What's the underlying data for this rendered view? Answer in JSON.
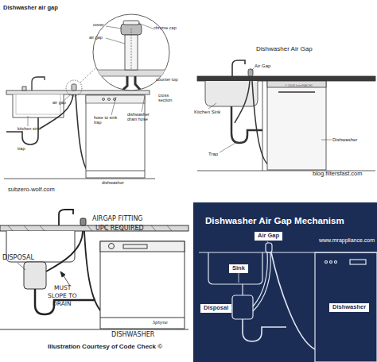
{
  "diagram": {
    "nodes": [
      {
        "text": [
          "Dishwasher Air Gap Mechanism",
          "www.mrappliance.com"
        ]
      },
      {
        "text": [
          "Air Gap"
        ],
        "in": 0
      },
      {
        "text": [
          "Sink"
        ],
        "in": 0
      },
      {
        "text": [
          "Disposal"
        ],
        "in": 0
      },
      {
        "text": [
          "Dishwasher"
        ],
        "in": 0
      }
    ],
    "labels": [
      "Dishwasher air gap",
      "cover",
      "chrome cap",
      "air gap",
      "counter top",
      "cross section",
      "air gap",
      "kitchen sink",
      "hose to sink trap",
      "dishwasher drain hose",
      "trap",
      "dishwasher",
      "subzero-wolf.com",
      "Dishwasher Air Gap",
      "Air Gap",
      "Kitchen Sink",
      "Trap",
      "Dishwasher",
      "© 2006 InterNACHI",
      "blog.filtersfast.com",
      "AIRGAP FITTING",
      "UPC REQUIRED",
      "DISPOSAL",
      "MUST",
      "SLOPE TO",
      "DRAIN",
      "DISHWASHER",
      "Sphyne",
      "Illustration Courtesy of Code Check ©"
    ]
  }
}
